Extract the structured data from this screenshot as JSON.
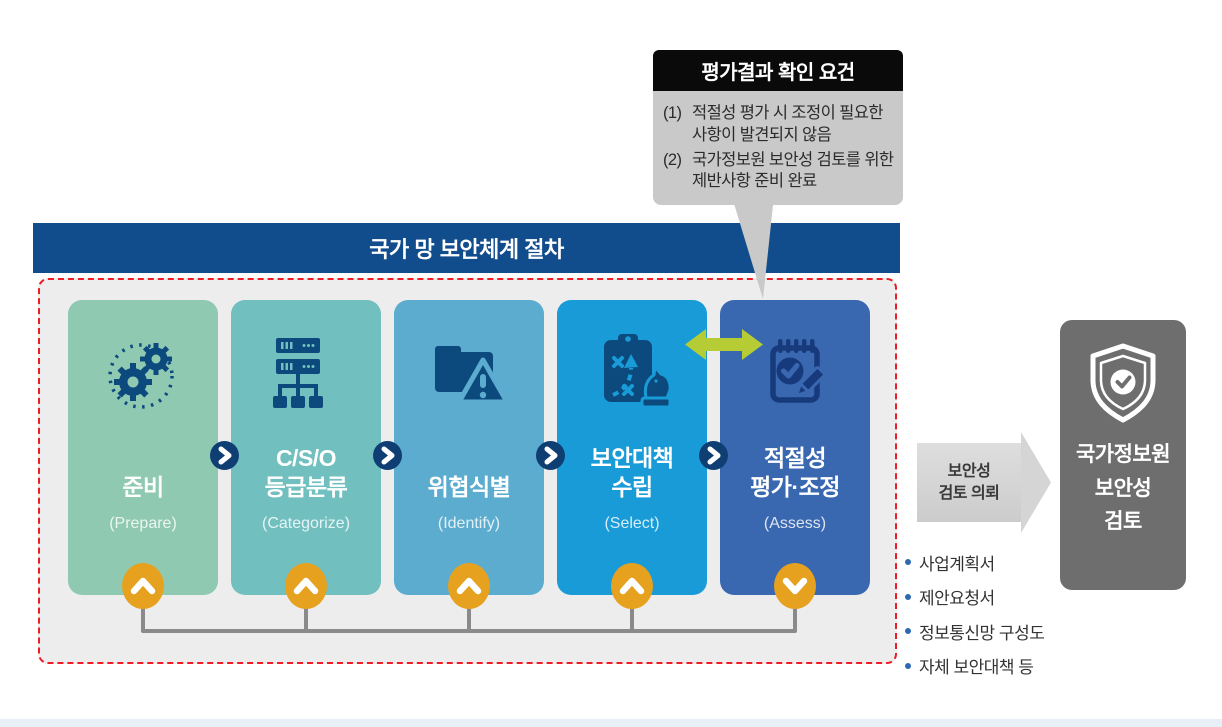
{
  "callout": {
    "title": "평가결과 확인 요건",
    "items": [
      {
        "num": "(1)",
        "text": "적절성 평가 시 조정이 필요한 사항이 발견되지 않음"
      },
      {
        "num": "(2)",
        "text": "국가정보원 보안성 검토를 위한 제반사항 준비 완료"
      }
    ]
  },
  "process_bar": {
    "title": "국가 망 보안체계 절차"
  },
  "steps": [
    {
      "label": "준비",
      "sublabel": "(Prepare)",
      "icon": "gears-icon",
      "color": "#8fc9b2"
    },
    {
      "label": "C/S/O\n등급분류",
      "sublabel": "(Categorize)",
      "icon": "network-icon",
      "color": "#72bfc0"
    },
    {
      "label": "위협식별",
      "sublabel": "(Identify)",
      "icon": "folder-warning-icon",
      "color": "#5caccf"
    },
    {
      "label": "보안대책\n수립",
      "sublabel": "(Select)",
      "icon": "strategy-icon",
      "color": "#189bd7"
    },
    {
      "label": "적절성\n평가·조정",
      "sublabel": "(Assess)",
      "icon": "notepad-check-icon",
      "color": "#3a68b0"
    }
  ],
  "request_arrow": {
    "label": "보안성\n검토 의뢰"
  },
  "result_box": {
    "label": "국가정보원\n보안성\n검토",
    "icon": "shield-check-icon",
    "color": "#6e6e6e"
  },
  "documents": [
    "사업계획서",
    "제안요청서",
    "정보통신망 구성도",
    "자체 보안대책 등"
  ],
  "colors": {
    "title_bar": "#114c8c",
    "container_bg": "#ededee",
    "dashed_border": "#ee1c25",
    "next_arrow": "#0e3e72",
    "feedback_node": "#e6a11f",
    "sync_arrow": "#b5cc34",
    "connector": "#8a8a8a",
    "callout_header": "#0a0a0a",
    "callout_body": "#c9c9c9"
  }
}
